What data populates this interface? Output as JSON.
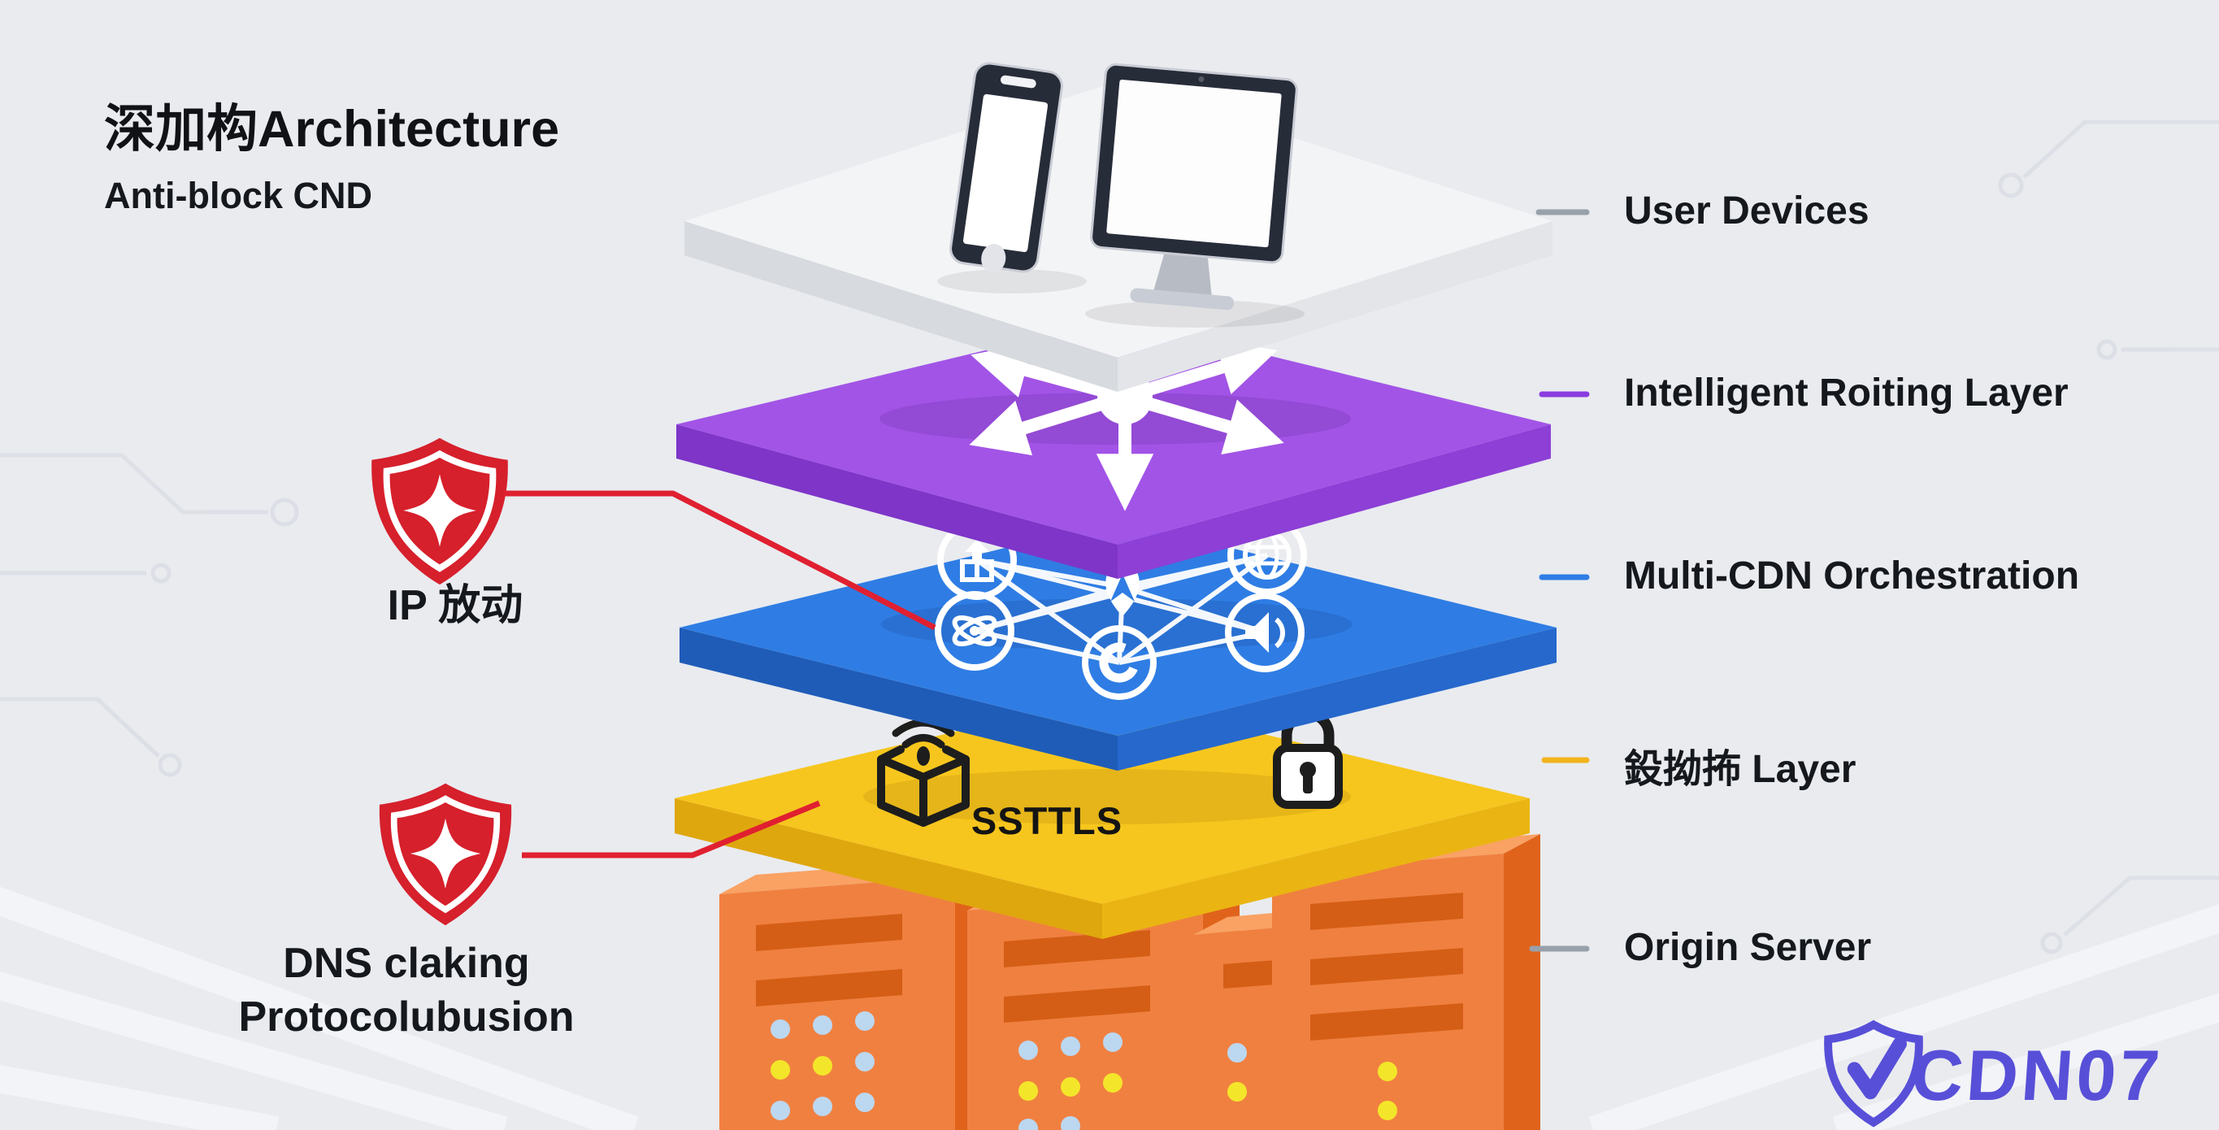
{
  "title": {
    "heading": "深加构Architecture",
    "subheading": "Anti-block CND"
  },
  "right_labels": [
    {
      "label": "User Devices",
      "connector": "#98a0aa"
    },
    {
      "label": "Intelligent Roiting Layer",
      "connector": "#8a3ce0"
    },
    {
      "label": "Multi-CDN Orchestration",
      "connector": "#2f7de4"
    },
    {
      "label": "鈠拗抪 Layer",
      "connector": "#f2b31c"
    },
    {
      "label": "Origin Server",
      "connector": "#98a0aa"
    }
  ],
  "left_callouts": [
    {
      "label": "IP 放动"
    },
    {
      "line1": "DNS claking",
      "line2": "Protocolubusion"
    }
  ],
  "annotations": {
    "encryption_text": "SSTTLS"
  },
  "logo": {
    "text": "CDN07",
    "color": "#584fd8"
  },
  "colors": {
    "background": "#e9ebef",
    "device_layer": "#f3f4f6",
    "routing_layer": "#a254e6",
    "cdn_layer": "#2f7de4",
    "security_layer": "#f6c61e",
    "origin_server": "#f08040",
    "alert_red": "#d6202c",
    "connector_gray": "#98a0aa",
    "label_text": "#15181c",
    "logo_purple": "#584fd8"
  },
  "icons": [
    "smartphone-icon",
    "monitor-icon",
    "hub-arrows-icon",
    "cube-node-icon",
    "globe-node-icon",
    "atom-node-icon",
    "speaker-node-icon",
    "leaf-node-icon",
    "letter-c-node-icon",
    "broadcast-box-icon",
    "padlock-icon",
    "shield-sparkle-icon",
    "shield-check-logo-icon"
  ]
}
